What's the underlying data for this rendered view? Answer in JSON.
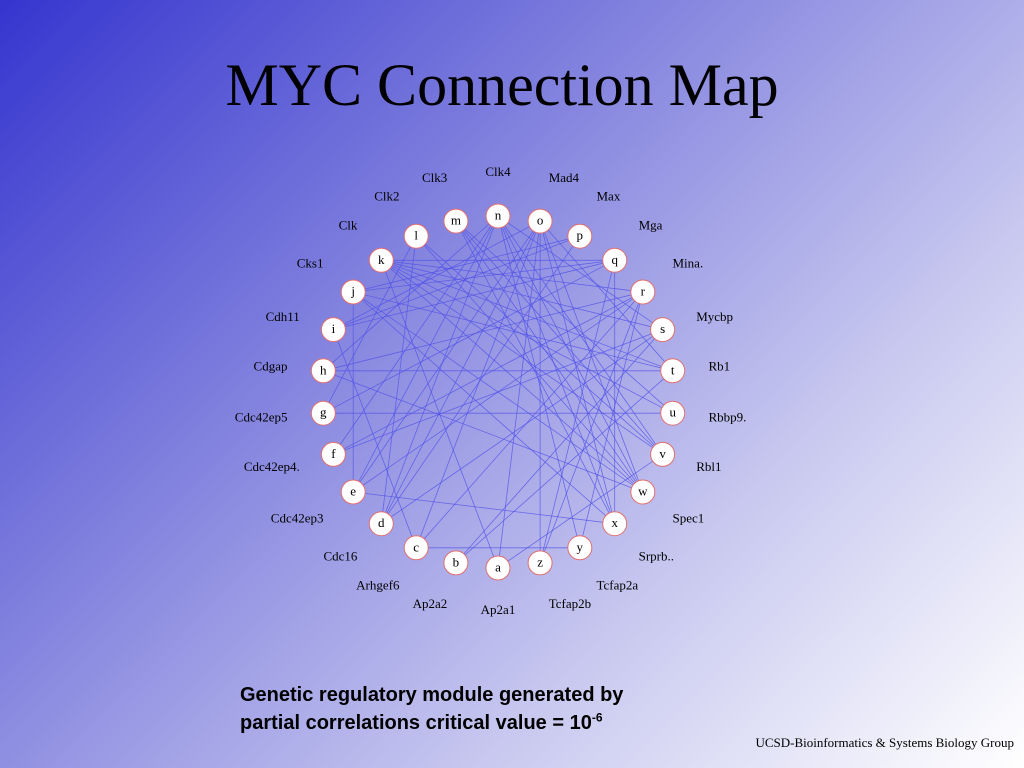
{
  "title": "MYC Connection Map",
  "caption": {
    "line1": "Genetic regulatory module generated by",
    "line2_prefix": "partial correlations critical value = 10",
    "exponent": "-6"
  },
  "credit": "UCSD-Bioinformatics & Systems Biology Group",
  "colors": {
    "edge": "#5050e8",
    "node_border": "#e07070",
    "node_fill": "#ffffff"
  },
  "network": {
    "nodes": [
      {
        "id": "a",
        "label": "Ap2a1"
      },
      {
        "id": "b",
        "label": "Ap2a2"
      },
      {
        "id": "c",
        "label": "Arhgef6"
      },
      {
        "id": "d",
        "label": "Cdc16"
      },
      {
        "id": "e",
        "label": "Cdc42ep3"
      },
      {
        "id": "f",
        "label": "Cdc42ep4."
      },
      {
        "id": "g",
        "label": "Cdc42ep5"
      },
      {
        "id": "h",
        "label": "Cdgap"
      },
      {
        "id": "i",
        "label": "Cdh11"
      },
      {
        "id": "j",
        "label": "Cks1"
      },
      {
        "id": "k",
        "label": "Clk"
      },
      {
        "id": "l",
        "label": "Clk2"
      },
      {
        "id": "m",
        "label": "Clk3"
      },
      {
        "id": "n",
        "label": "Clk4"
      },
      {
        "id": "o",
        "label": "Mad4"
      },
      {
        "id": "p",
        "label": "Max"
      },
      {
        "id": "q",
        "label": "Mga"
      },
      {
        "id": "r",
        "label": "Mina."
      },
      {
        "id": "s",
        "label": "Mycbp"
      },
      {
        "id": "t",
        "label": "Rb1"
      },
      {
        "id": "u",
        "label": "Rbbp9."
      },
      {
        "id": "v",
        "label": "Rbl1"
      },
      {
        "id": "w",
        "label": "Spec1"
      },
      {
        "id": "x",
        "label": "Srprb.."
      },
      {
        "id": "y",
        "label": "Tcfap2a"
      },
      {
        "id": "z",
        "label": "Tcfap2b"
      }
    ],
    "edges": [
      [
        "n",
        "e"
      ],
      [
        "n",
        "f"
      ],
      [
        "n",
        "d"
      ],
      [
        "n",
        "h"
      ],
      [
        "n",
        "x"
      ],
      [
        "n",
        "w"
      ],
      [
        "n",
        "y"
      ],
      [
        "n",
        "s"
      ],
      [
        "o",
        "e"
      ],
      [
        "o",
        "i"
      ],
      [
        "o",
        "x"
      ],
      [
        "o",
        "c"
      ],
      [
        "o",
        "d"
      ],
      [
        "o",
        "z"
      ],
      [
        "o",
        "t"
      ],
      [
        "m",
        "u"
      ],
      [
        "m",
        "x"
      ],
      [
        "m",
        "w"
      ],
      [
        "m",
        "v"
      ],
      [
        "l",
        "g"
      ],
      [
        "l",
        "d"
      ],
      [
        "l",
        "w"
      ],
      [
        "l",
        "v"
      ],
      [
        "k",
        "q"
      ],
      [
        "k",
        "s"
      ],
      [
        "k",
        "r"
      ],
      [
        "k",
        "t"
      ],
      [
        "k",
        "u"
      ],
      [
        "k",
        "v"
      ],
      [
        "k",
        "w"
      ],
      [
        "k",
        "a"
      ],
      [
        "j",
        "e"
      ],
      [
        "j",
        "x"
      ],
      [
        "j",
        "p"
      ],
      [
        "j",
        "q"
      ],
      [
        "j",
        "t"
      ],
      [
        "j",
        "w"
      ],
      [
        "i",
        "q"
      ],
      [
        "i",
        "p"
      ],
      [
        "i",
        "c"
      ],
      [
        "h",
        "t"
      ],
      [
        "h",
        "w"
      ],
      [
        "h",
        "r"
      ],
      [
        "g",
        "u"
      ],
      [
        "g",
        "q"
      ],
      [
        "f",
        "s"
      ],
      [
        "f",
        "r"
      ],
      [
        "e",
        "r"
      ],
      [
        "e",
        "x"
      ],
      [
        "d",
        "s"
      ],
      [
        "d",
        "p"
      ],
      [
        "c",
        "r"
      ],
      [
        "c",
        "y"
      ],
      [
        "b",
        "s"
      ],
      [
        "b",
        "t"
      ],
      [
        "a",
        "v"
      ],
      [
        "a",
        "o"
      ],
      [
        "z",
        "q"
      ],
      [
        "z",
        "r"
      ],
      [
        "y",
        "r"
      ],
      [
        "x",
        "q"
      ],
      [
        "w",
        "o"
      ],
      [
        "v",
        "n"
      ]
    ]
  }
}
